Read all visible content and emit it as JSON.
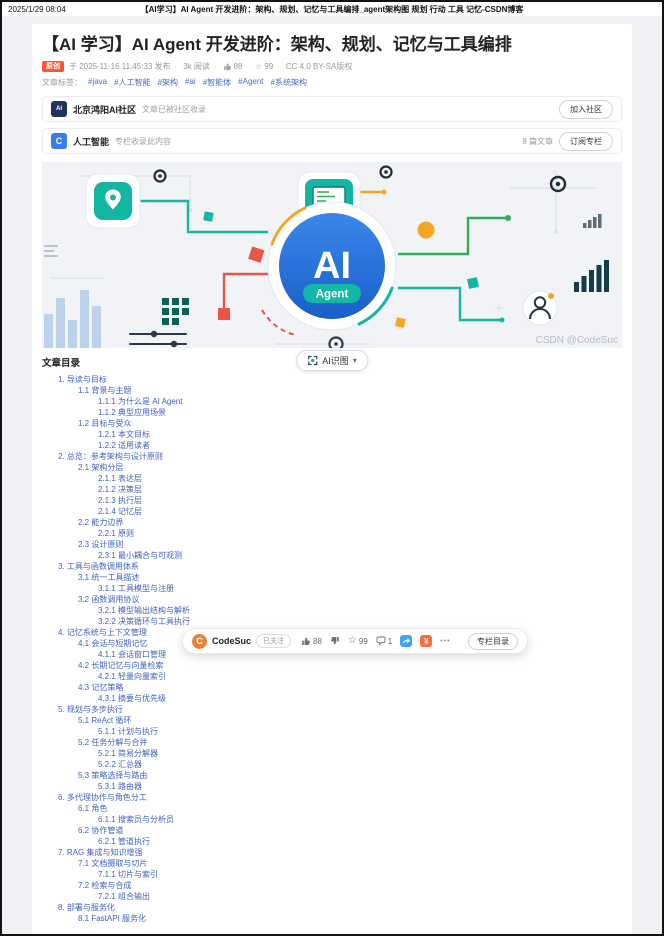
{
  "print_header": {
    "datetime": "2025/1/29 08:04",
    "page_title": "【AI学习】AI Agent 开发进阶：架构、规划、记忆与工具编排_agent架构图 规划 行动 工具 记忆-CSDN博客"
  },
  "article": {
    "title": "【AI 学习】AI Agent 开发进阶：架构、规划、记忆与工具编排",
    "badge": "原创",
    "published": "于 2025-11-16 11:45:33 发布",
    "reads": "3k 阅读",
    "likes": "88",
    "stars": "99",
    "license": "CC 4.0 BY-SA版权",
    "tags_label": "文章标签：",
    "tags": [
      "#java",
      "#人工智能",
      "#架构",
      "#ai",
      "#智能体",
      "#Agent",
      "#系统架构"
    ]
  },
  "community": {
    "icon": "AI",
    "name": "北京鸿阳AI社区",
    "desc": "文章已被社区收录",
    "join": "加入社区"
  },
  "column": {
    "icon": "C",
    "name": "人工智能",
    "desc": "专栏收录此内容",
    "count": "8 篇文章",
    "subscribe": "订阅专栏"
  },
  "hero": {
    "main": "AI",
    "sub": "Agent",
    "watermark": "CSDN @CodeSuc"
  },
  "ai_recognize": {
    "label": "AI识图"
  },
  "icons": {
    "star_glyph": "☆",
    "chevron_down": "▾",
    "ellipsis": "•••",
    "yen": "¥"
  },
  "toc": {
    "title": "文章目录",
    "items": [
      {
        "level": 1,
        "text": "1. 导读与目标"
      },
      {
        "level": 2,
        "text": "1.1 背景与主题"
      },
      {
        "level": 3,
        "text": "1.1.1 为什么是 AI Agent"
      },
      {
        "level": 3,
        "text": "1.1.2 典型应用场景"
      },
      {
        "level": 2,
        "text": "1.2 目标与受众"
      },
      {
        "level": 3,
        "text": "1.2.1 本文目标"
      },
      {
        "level": 3,
        "text": "1.2.2 适用读者"
      },
      {
        "level": 1,
        "text": "2. 总览：参考架构与设计原则"
      },
      {
        "level": 2,
        "text": "2.1 架构分层"
      },
      {
        "level": 3,
        "text": "2.1.1 表达层"
      },
      {
        "level": 3,
        "text": "2.1.2 决策层"
      },
      {
        "level": 3,
        "text": "2.1.3 执行层"
      },
      {
        "level": 3,
        "text": "2.1.4 记忆层"
      },
      {
        "level": 2,
        "text": "2.2 能力边界"
      },
      {
        "level": 3,
        "text": "2.2.1 原则"
      },
      {
        "level": 2,
        "text": "2.3 设计原则"
      },
      {
        "level": 3,
        "text": "2.3.1 最小耦合与可观测"
      },
      {
        "level": 1,
        "text": "3. 工具与函数调用体系"
      },
      {
        "level": 2,
        "text": "3.1 统一工具描述"
      },
      {
        "level": 3,
        "text": "3.1.1 工具模型与注册"
      },
      {
        "level": 2,
        "text": "3.2 函数调用协议"
      },
      {
        "level": 3,
        "text": "3.2.1 模型输出结构与解析"
      },
      {
        "level": 3,
        "text": "3.2.2 决策循环与工具执行"
      },
      {
        "level": 1,
        "text": "4. 记忆系统与上下文管理"
      },
      {
        "level": 2,
        "text": "4.1 会话与短期记忆"
      },
      {
        "level": 3,
        "text": "4.1.1 会话窗口管理"
      },
      {
        "level": 2,
        "text": "4.2 长期记忆与向量检索"
      },
      {
        "level": 3,
        "text": "4.2.1 轻量向量索引"
      },
      {
        "level": 2,
        "text": "4.3 记忆策略"
      },
      {
        "level": 3,
        "text": "4.3.1 摘要与优先级"
      },
      {
        "level": 1,
        "text": "5. 规划与多步执行"
      },
      {
        "level": 2,
        "text": "5.1 ReAct 循环"
      },
      {
        "level": 3,
        "text": "5.1.1 计划与执行"
      },
      {
        "level": 2,
        "text": "5.2 任务分解与合并"
      },
      {
        "level": 3,
        "text": "5.2.1 简易分解器"
      },
      {
        "level": 3,
        "text": "5.2.2 汇总器"
      },
      {
        "level": 2,
        "text": "5.3 策略选择与路由"
      },
      {
        "level": 3,
        "text": "5.3.1 路由器"
      },
      {
        "level": 1,
        "text": "6. 多代理协作与角色分工"
      },
      {
        "level": 2,
        "text": "6.1 角色"
      },
      {
        "level": 3,
        "text": "6.1.1 搜索员与分析员"
      },
      {
        "level": 2,
        "text": "6.2 协作管道"
      },
      {
        "level": 3,
        "text": "6.2.1 管道执行"
      },
      {
        "level": 1,
        "text": "7. RAG 集成与知识增强"
      },
      {
        "level": 2,
        "text": "7.1 文档摄取与切片"
      },
      {
        "level": 3,
        "text": "7.1.1 切片与索引"
      },
      {
        "level": 2,
        "text": "7.2 检索与合成"
      },
      {
        "level": 3,
        "text": "7.2.1 组合输出"
      },
      {
        "level": 1,
        "text": "8. 部署与服务化"
      },
      {
        "level": 2,
        "text": "8.1 FastAPI 服务化"
      }
    ]
  },
  "toolbar": {
    "author": "CodeSuc",
    "avatar_letter": "C",
    "followed": "已关注",
    "like_count": "88",
    "star_count": "99",
    "comment_count": "1",
    "column_toc": "专栏目录"
  }
}
